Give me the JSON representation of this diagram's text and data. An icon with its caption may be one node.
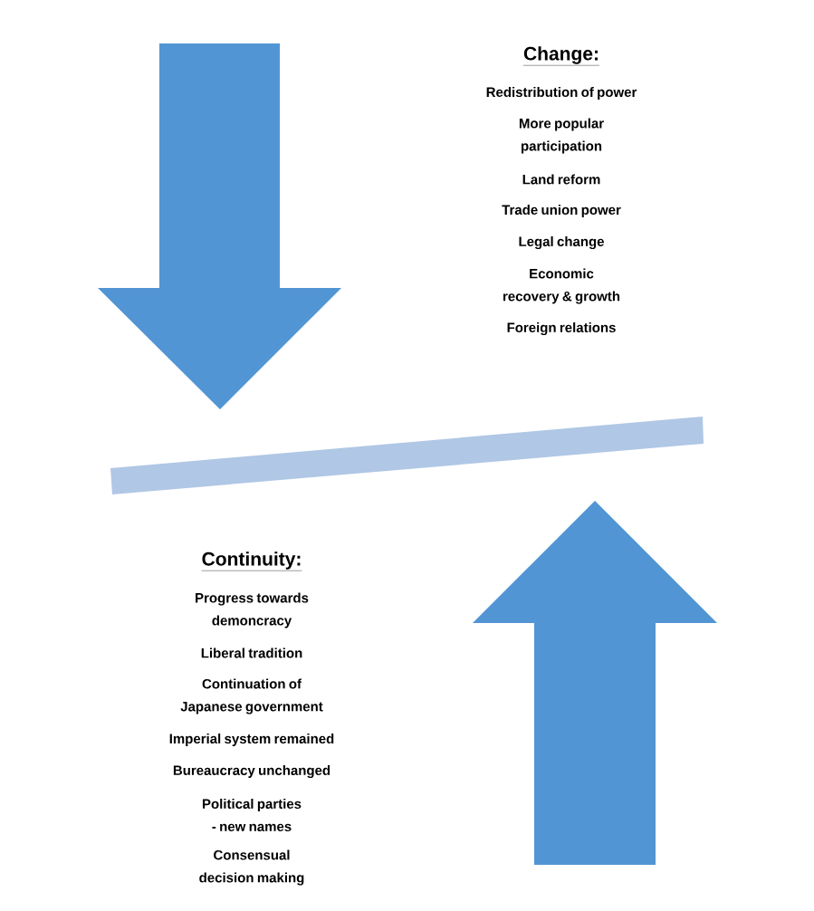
{
  "diagram": {
    "nodes": [
      {
        "text": [],
        "shape": "bar"
      }
    ],
    "labels": [
      "Change:",
      "Redistribution of power",
      "More popular participation",
      "Land reform",
      "Trade union power",
      "Legal change",
      "Economic recovery & growth",
      "Foreign relations",
      "Continuity:",
      "Progress towards demoncracy",
      "Liberal tradition",
      "Continuation of Japanese government",
      "Imperial system remained",
      "Bureaucracy unchanged",
      "Political parties - new names",
      "Consensual decision making"
    ]
  }
}
